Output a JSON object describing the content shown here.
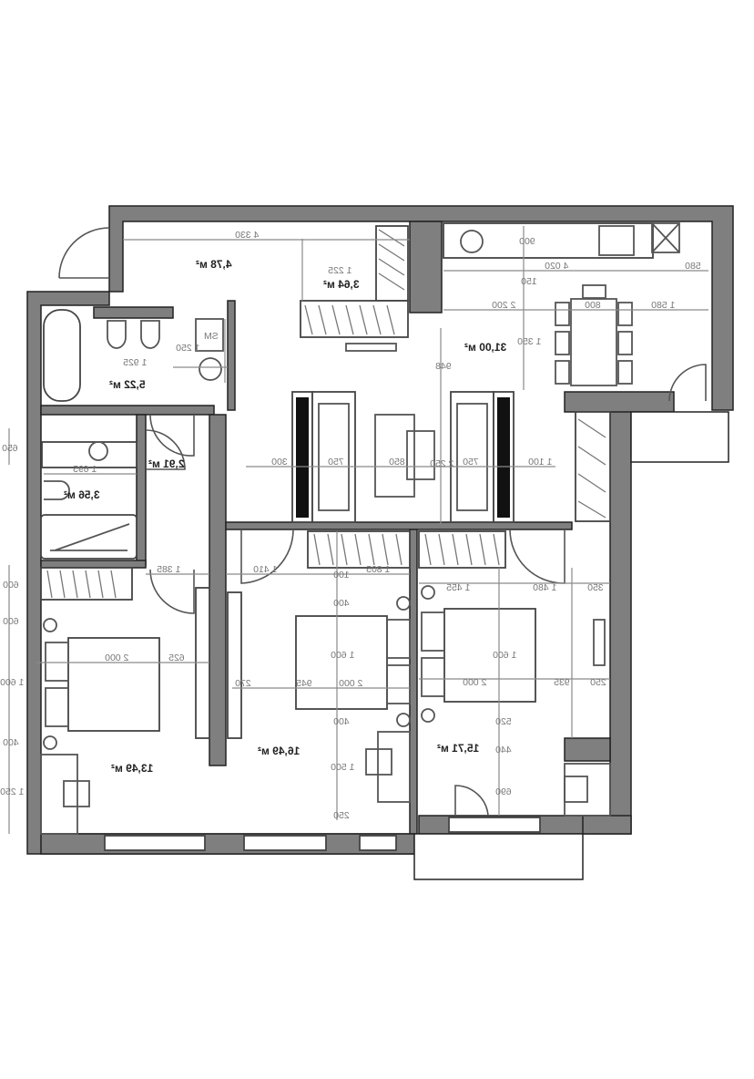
{
  "plan": {
    "rooms": {
      "hall": "4,78 м²",
      "storage": "3,64 м²",
      "bathroom": "5,22 м²",
      "kitchen_living": "31,00 м²",
      "corridor": "2,91 м²",
      "wc": "3,56 м²",
      "bedroom_left": "13,49 м²",
      "bedroom_middle": "16,49 м²",
      "bedroom_right": "15,71 м²"
    },
    "dimensions": {
      "hall_width": "4 330",
      "storage_depth": "1 225",
      "bath_width": "1 925",
      "bath_depth": "1 250",
      "kitchen_counter": "900",
      "kitchen_width": "4 020",
      "kitchen_right": "580",
      "kitchen_gap": "150",
      "dining_left": "2 200",
      "table_width": "800",
      "dining_right": "1 580",
      "dining_depth": "1 350",
      "living_top": "948",
      "left_small": "650",
      "wc_width": "1 695",
      "living_left": "300",
      "sofa_left": "750",
      "table_center": "850",
      "living_depth": "2 250",
      "sofa_right": "750",
      "living_right": "1 100",
      "bed1_door": "1 385",
      "bed2_door": "1 410",
      "bed2_top": "1 805",
      "bed2_gap": "100",
      "bed3_top_left": "1 455",
      "bed3_top_mid": "1 480",
      "bed3_top_right": "350",
      "left_v1": "600",
      "left_v2": "600",
      "left_v3": "1 600",
      "left_v4": "400",
      "left_v5": "1 250",
      "bed1_length": "2 000",
      "bed1_side": "625",
      "bed2_length": "2 000",
      "bed2_side": "945",
      "bed2_wall": "270",
      "bed2_v1": "400",
      "bed2_v2": "1 600",
      "bed2_v3": "400",
      "bed2_v4": "1 500",
      "bed2_v5": "250",
      "bed3_length": "2 000",
      "bed3_side": "935",
      "bed3_wall": "250",
      "bed3_v1": "1 600",
      "bed3_v2": "520",
      "bed3_v3": "440",
      "bed3_v4": "690"
    },
    "appliance_label": "SM"
  }
}
